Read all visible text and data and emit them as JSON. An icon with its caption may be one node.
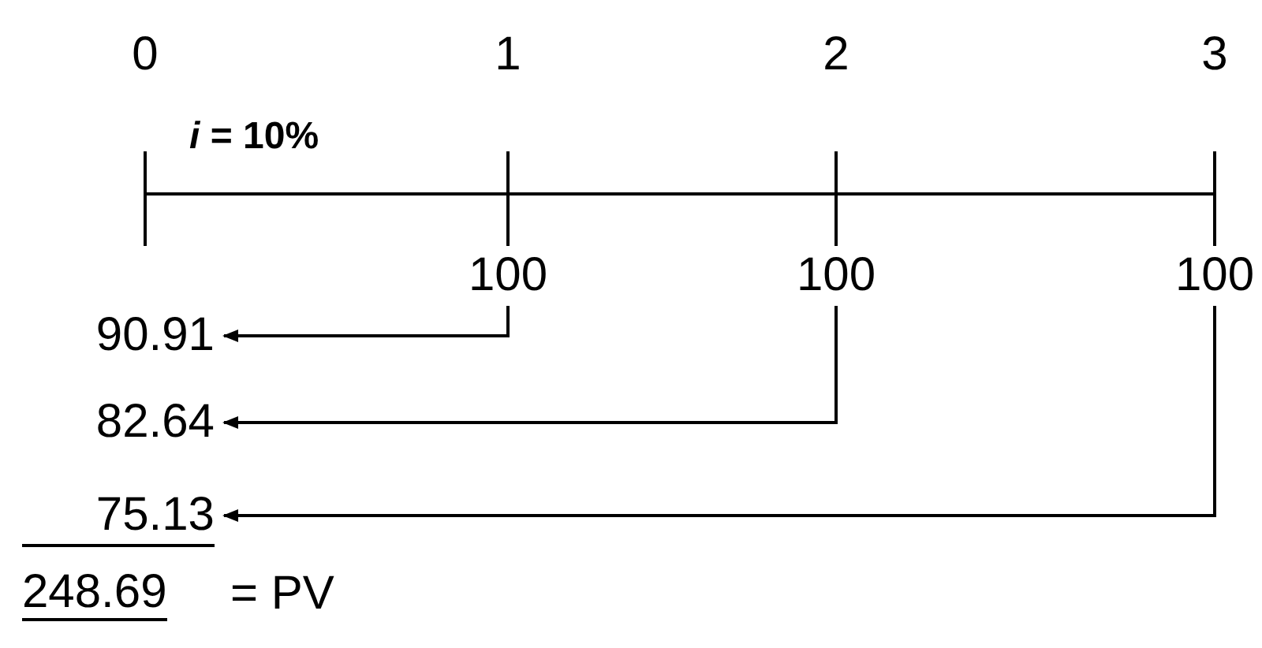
{
  "diagram": {
    "nodes": [
      {
        "text": [
          "100"
        ]
      },
      {
        "text": [
          "100"
        ]
      },
      {
        "text": [
          "100"
        ]
      },
      {
        "text": [
          "90.91"
        ]
      },
      {
        "text": [
          "82.64"
        ]
      },
      {
        "text": [
          "75.13"
        ]
      }
    ],
    "edges": [
      {
        "from": 0,
        "to": 3,
        "arrow": "to"
      },
      {
        "from": 1,
        "to": 4,
        "arrow": "to"
      },
      {
        "from": 2,
        "to": 5,
        "arrow": "to"
      }
    ],
    "labels": [
      "0",
      "1",
      "2",
      "3",
      "*i* = 10%",
      "248.69",
      "= PV"
    ]
  }
}
